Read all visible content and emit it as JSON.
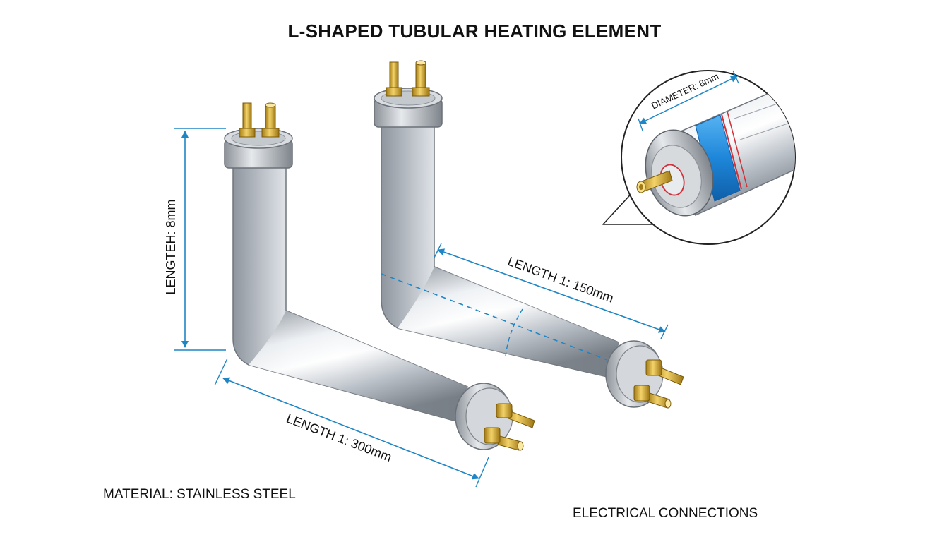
{
  "title": "L-SHAPED TUBULAR HEATING ELEMENT",
  "dimensions": {
    "vertical_length": "LENGTEH: 8mm",
    "left_horizontal_length": "LENGTH 1: 300mm",
    "right_horizontal_length": "LENGTH 1: 150mm",
    "diameter": "DIAMETER: 8mm"
  },
  "notes": {
    "material": "MATERIAL: STAINLESS STEEL",
    "connections": "ELECTRICAL CONNECTIONS"
  },
  "colors": {
    "dimension_line": "#1f86c6",
    "tube_steel": "#b8bec6",
    "brass_terminal": "#d4a72c",
    "blue_band": "#2a8fe0",
    "red_ring": "#d0313a"
  }
}
